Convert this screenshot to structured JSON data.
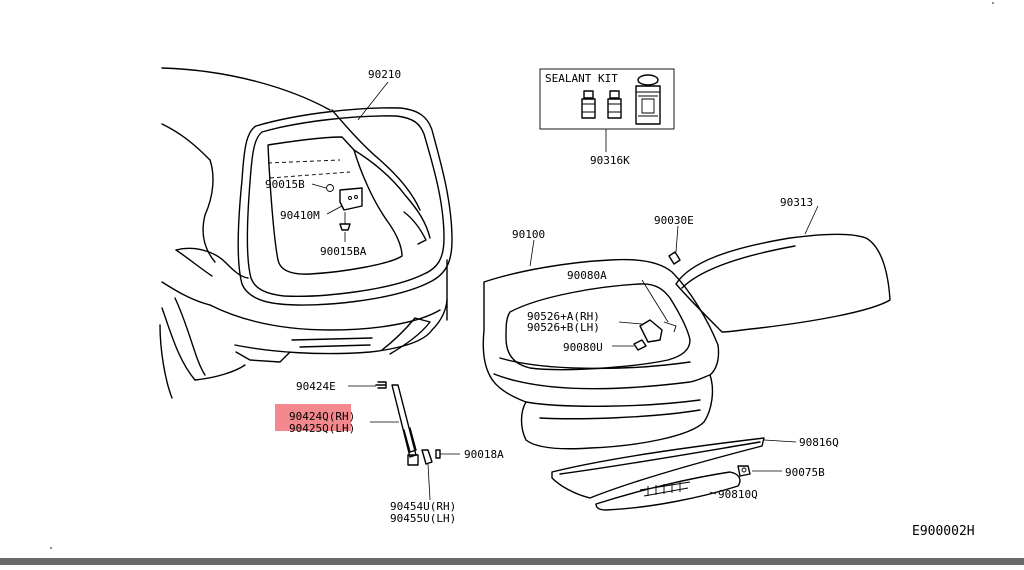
{
  "diagram": {
    "figure_code": "E900002H",
    "highlight_color": "#f4888f",
    "bottom_bar_color": "#6a6a6a",
    "sealant_kit_title": "SEALANT KIT",
    "labels": {
      "p90210": "90210",
      "p90015B": "90015B",
      "p90410M": "90410M",
      "p90015BA": "90015BA",
      "p90316K": "90316K",
      "p90313": "90313",
      "p90030E": "90030E",
      "p90100": "90100",
      "p90080A": "90080A",
      "p90526A": "90526+A(RH)",
      "p90526B": "90526+B(LH)",
      "p90080U": "90080U",
      "p90424E": "90424E",
      "p90424Q": "90424Q(RH)",
      "p90425Q": "90425Q(LH)",
      "p90018A": "90018A",
      "p90454U": "90454U(RH)",
      "p90455U": "90455U(LH)",
      "p90816Q": "90816Q",
      "p90075B": "90075B",
      "p90810Q": "90810Q"
    }
  }
}
